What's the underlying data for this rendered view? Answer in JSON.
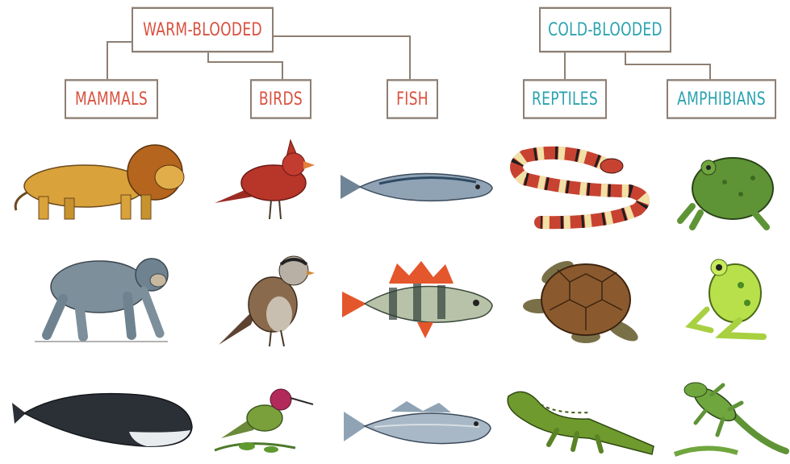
{
  "diagram": {
    "categories": {
      "warm": {
        "label": "WARM-BLOODED",
        "color": "#d9503e"
      },
      "cold": {
        "label": "COLD-BLOODED",
        "color": "#2aa3b0"
      }
    },
    "groups": [
      {
        "id": "mammals",
        "label": "MAMMALS",
        "parent": "warm",
        "animals": [
          "lion-icon",
          "chimpanzee-icon",
          "whale-icon"
        ]
      },
      {
        "id": "birds",
        "label": "BIRDS",
        "parent": "warm",
        "animals": [
          "cardinal-icon",
          "sparrow-icon",
          "hummingbird-icon"
        ]
      },
      {
        "id": "fish",
        "label": "FISH",
        "parent": "warm",
        "animals": [
          "mackerel-icon",
          "perch-icon",
          "cod-icon"
        ]
      },
      {
        "id": "reptiles",
        "label": "REPTILES",
        "parent": "cold",
        "animals": [
          "snake-icon",
          "turtle-icon",
          "crocodile-icon"
        ]
      },
      {
        "id": "amphibians",
        "label": "AMPHIBIANS",
        "parent": "cold",
        "animals": [
          "toad-icon",
          "frog-icon",
          "newt-icon"
        ]
      }
    ],
    "colors": {
      "connector": "#8d7f73",
      "lion": "#d9a23a",
      "chimp": "#7c8f9b",
      "whale": "#2b3037",
      "cardinal": "#b8352a",
      "sparrow": "#8a6a4c",
      "hummingbird": "#7aa03c",
      "fish": "#8fa3b5",
      "perch_fin": "#e4562b",
      "snake_red": "#c84232",
      "snake_cream": "#f2e1a6",
      "turtle": "#8a5a2e",
      "crocodile": "#6f9a2e",
      "frog": "#78b035",
      "frog_bright": "#b8e04a"
    }
  }
}
